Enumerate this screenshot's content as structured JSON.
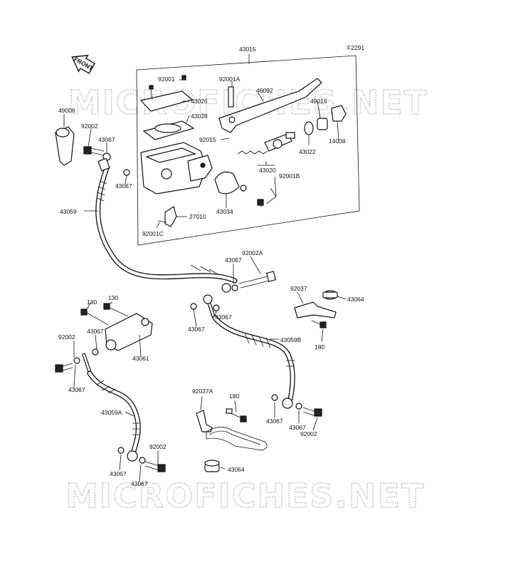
{
  "figure_code": "F2291",
  "front_label": "FRONT",
  "watermark": "MICROFICHES.NET",
  "parts": [
    {
      "id": "p-43015",
      "label": "43015"
    },
    {
      "id": "p-92001",
      "label": "92001"
    },
    {
      "id": "p-92001a",
      "label": "92001A"
    },
    {
      "id": "p-46092",
      "label": "46092"
    },
    {
      "id": "p-43026",
      "label": "43026"
    },
    {
      "id": "p-43028",
      "label": "43028"
    },
    {
      "id": "p-49016",
      "label": "49016"
    },
    {
      "id": "p-92015",
      "label": "92015"
    },
    {
      "id": "p-43022",
      "label": "43022"
    },
    {
      "id": "p-14008",
      "label": "14008"
    },
    {
      "id": "p-49006",
      "label": "49006"
    },
    {
      "id": "p-92002-a",
      "label": "92002"
    },
    {
      "id": "p-43067-a",
      "label": "43067"
    },
    {
      "id": "p-43067-b",
      "label": "43067"
    },
    {
      "id": "p-43020",
      "label": "43020"
    },
    {
      "id": "p-92001b",
      "label": "92001B"
    },
    {
      "id": "p-43034",
      "label": "43034"
    },
    {
      "id": "p-43059",
      "label": "43059"
    },
    {
      "id": "p-27010",
      "label": "27010"
    },
    {
      "id": "p-92001c",
      "label": "92001C"
    },
    {
      "id": "p-43067-c",
      "label": "43067"
    },
    {
      "id": "p-92002a",
      "label": "92002A"
    },
    {
      "id": "p-92037",
      "label": "92037"
    },
    {
      "id": "p-43064-a",
      "label": "43064"
    },
    {
      "id": "p-130-a",
      "label": "130"
    },
    {
      "id": "p-130-b",
      "label": "130"
    },
    {
      "id": "p-43067-d",
      "label": "43067"
    },
    {
      "id": "p-43067-e",
      "label": "43067"
    },
    {
      "id": "p-43067-f",
      "label": "43067"
    },
    {
      "id": "p-43059b",
      "label": "43059B"
    },
    {
      "id": "p-92002-b",
      "label": "92002"
    },
    {
      "id": "p-180-a",
      "label": "180"
    },
    {
      "id": "p-43061",
      "label": "43061"
    },
    {
      "id": "p-43067-g",
      "label": "43067"
    },
    {
      "id": "p-92037a",
      "label": "92037A"
    },
    {
      "id": "p-180-b",
      "label": "180"
    },
    {
      "id": "p-43059a",
      "label": "43059A"
    },
    {
      "id": "p-43067-h",
      "label": "43067"
    },
    {
      "id": "p-43067-i",
      "label": "43067"
    },
    {
      "id": "p-92002-c",
      "label": "92002"
    },
    {
      "id": "p-92002-d",
      "label": "92002"
    },
    {
      "id": "p-43064-b",
      "label": "43064"
    },
    {
      "id": "p-43067-j",
      "label": "43067"
    },
    {
      "id": "p-43067-k",
      "label": "43067"
    }
  ]
}
